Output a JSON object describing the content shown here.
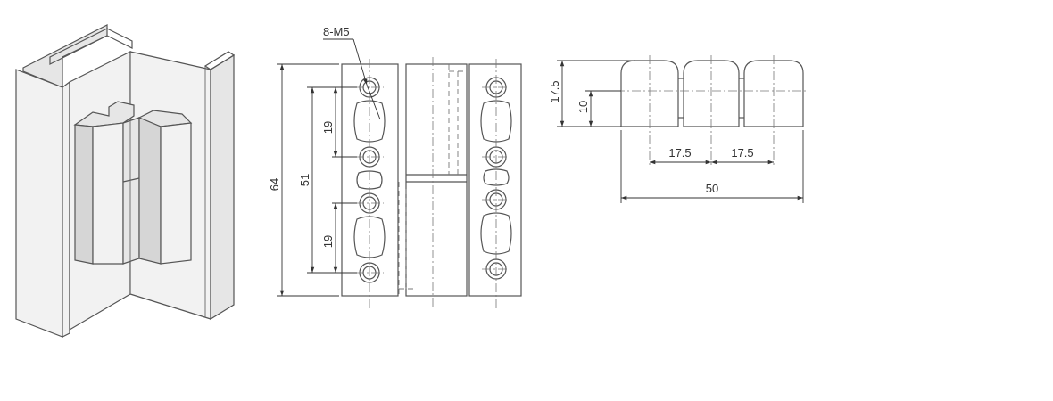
{
  "callouts": {
    "hole_spec": "8-M5"
  },
  "front_view": {
    "overall_height": "64",
    "hole_outer_span": "51",
    "hole_pitch_upper": "19",
    "hole_pitch_lower": "19"
  },
  "side_view": {
    "overall_height": "17.5",
    "body_height": "10",
    "knuckle_pitch_left": "17.5",
    "knuckle_pitch_right": "17.5",
    "overall_width": "50"
  }
}
